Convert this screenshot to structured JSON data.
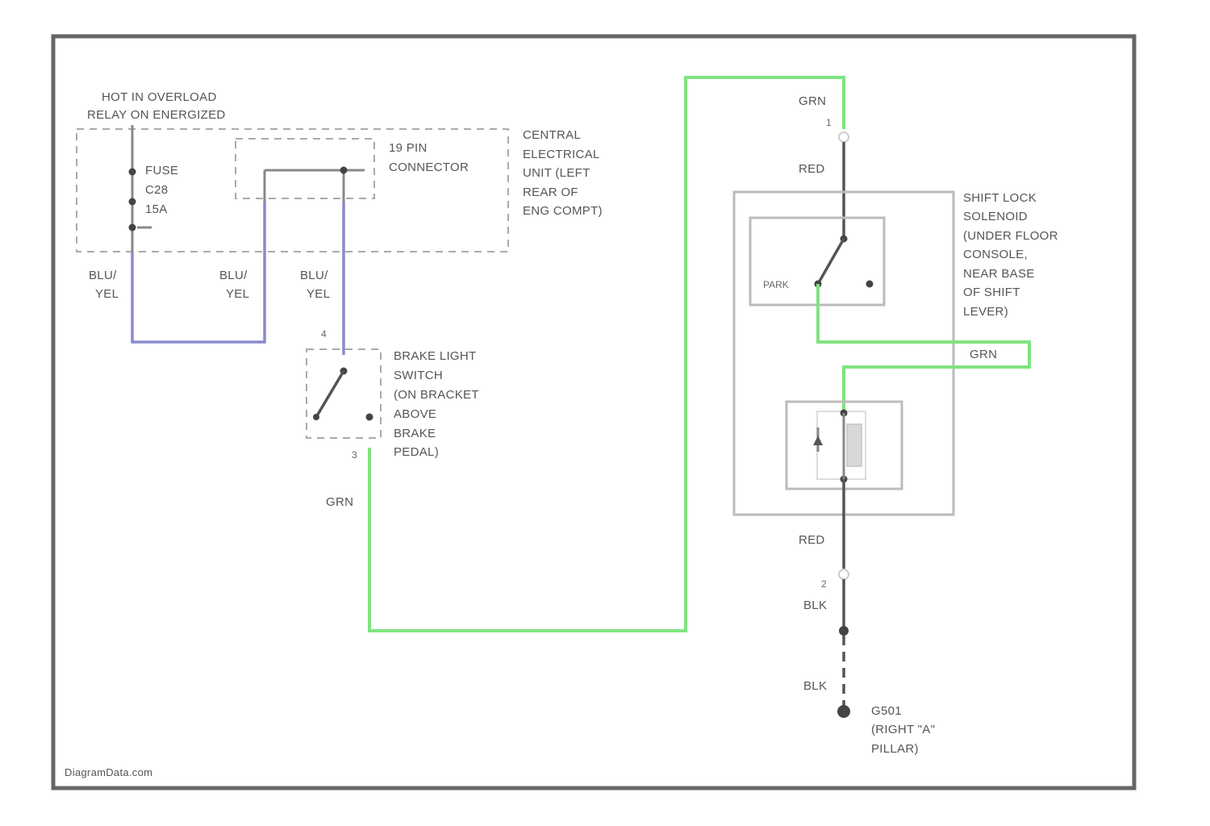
{
  "diagram": {
    "hot_label_line1": "HOT IN OVERLOAD",
    "hot_label_line2": "RELAY ON ENERGIZED",
    "fuse_line1": "FUSE",
    "fuse_line2": "C28",
    "fuse_line3": "15A",
    "connector_line1": "19 PIN",
    "connector_line2": "CONNECTOR",
    "ceu_line1": "CENTRAL",
    "ceu_line2": "ELECTRICAL",
    "ceu_line3": "UNIT (LEFT",
    "ceu_line4": "REAR OF",
    "ceu_line5": "ENG COMPT)",
    "wire_left_1": "BLU/",
    "wire_left_2": "YEL",
    "wire_mid_1": "BLU/",
    "wire_mid_2": "YEL",
    "wire_right_1": "BLU/",
    "wire_right_2": "YEL",
    "brake_pin_top": "4",
    "brake_pin_bottom": "3",
    "brake_line1": "BRAKE LIGHT",
    "brake_line2": "SWITCH",
    "brake_line3": "(ON BRACKET",
    "brake_line4": "ABOVE",
    "brake_line5": "BRAKE",
    "brake_line6": "PEDAL)",
    "grn_lower": "GRN",
    "grn_top": "GRN",
    "red_top": "RED",
    "pin_top": "1",
    "park_label": "PARK",
    "grn_mid": "GRN",
    "shift_line1": "SHIFT LOCK",
    "shift_line2": "SOLENOID",
    "shift_line3": "(UNDER FLOOR",
    "shift_line4": "CONSOLE,",
    "shift_line5": "NEAR BASE",
    "shift_line6": "OF SHIFT",
    "shift_line7": "LEVER)",
    "red_bottom": "RED",
    "pin_bottom": "2",
    "blk_1": "BLK",
    "blk_2": "BLK",
    "ground_line1": "G501",
    "ground_line2": "(RIGHT \"A\"",
    "ground_line3": "PILLAR)",
    "watermark": "DiagramData.com"
  },
  "colors": {
    "frame": "#666666",
    "blue_yellow_wire": "#8a8ad0",
    "green_wire": "#7fe47f",
    "black_wire": "#555555"
  }
}
